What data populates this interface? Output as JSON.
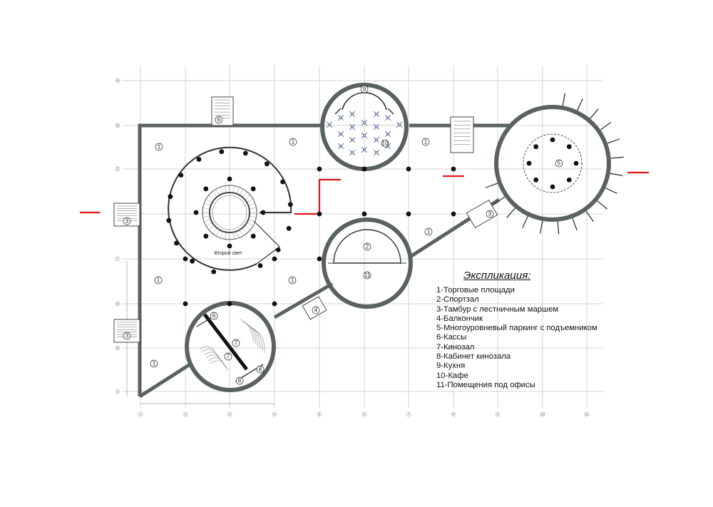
{
  "legend": {
    "title": "Экспликация:",
    "items": [
      "1-Торговые площади",
      "2-Спортзал",
      "3-Тамбур с лестничным маршем",
      "4-Балкончик",
      "5-Многоуровневый паркинг с подъемником",
      "6-Кассы",
      "7-Кинозал",
      "8-Кабинет кинозала",
      "9-Кухня",
      "10-Кафе",
      "11-Помещения под офисы"
    ]
  },
  "plan_labels": {
    "second_light": "Второй свет"
  },
  "grid": {
    "columns": [
      "1",
      "2",
      "3",
      "4",
      "5",
      "6",
      "7",
      "8",
      "9",
      "10",
      "11"
    ],
    "rows": [
      "A",
      "Б",
      "В",
      "Г",
      "Д",
      "Е",
      "Ж",
      "И"
    ]
  },
  "room_numbers": [
    {
      "id": "r1a",
      "text": "1"
    },
    {
      "id": "r1b",
      "text": "1"
    },
    {
      "id": "r1c",
      "text": "1"
    },
    {
      "id": "r1d",
      "text": "1"
    },
    {
      "id": "r1e",
      "text": "1"
    },
    {
      "id": "r1f",
      "text": "1"
    },
    {
      "id": "r1g",
      "text": "1"
    },
    {
      "id": "r2",
      "text": "2"
    },
    {
      "id": "r3a",
      "text": "3"
    },
    {
      "id": "r3b",
      "text": "3"
    },
    {
      "id": "r3c",
      "text": "3"
    },
    {
      "id": "r4",
      "text": "4"
    },
    {
      "id": "r5",
      "text": "5"
    },
    {
      "id": "r6a",
      "text": "6"
    },
    {
      "id": "r6b",
      "text": "6"
    },
    {
      "id": "r7a",
      "text": "7"
    },
    {
      "id": "r7b",
      "text": "7"
    },
    {
      "id": "r8a",
      "text": "8"
    },
    {
      "id": "r8b",
      "text": "8"
    },
    {
      "id": "r9",
      "text": "9"
    },
    {
      "id": "r10",
      "text": "10"
    },
    {
      "id": "r11",
      "text": "11"
    }
  ],
  "colors": {
    "wall": "#5a625f",
    "grid": "#bdbdbd",
    "section_mark": "#e0141a",
    "column": "#111111"
  }
}
